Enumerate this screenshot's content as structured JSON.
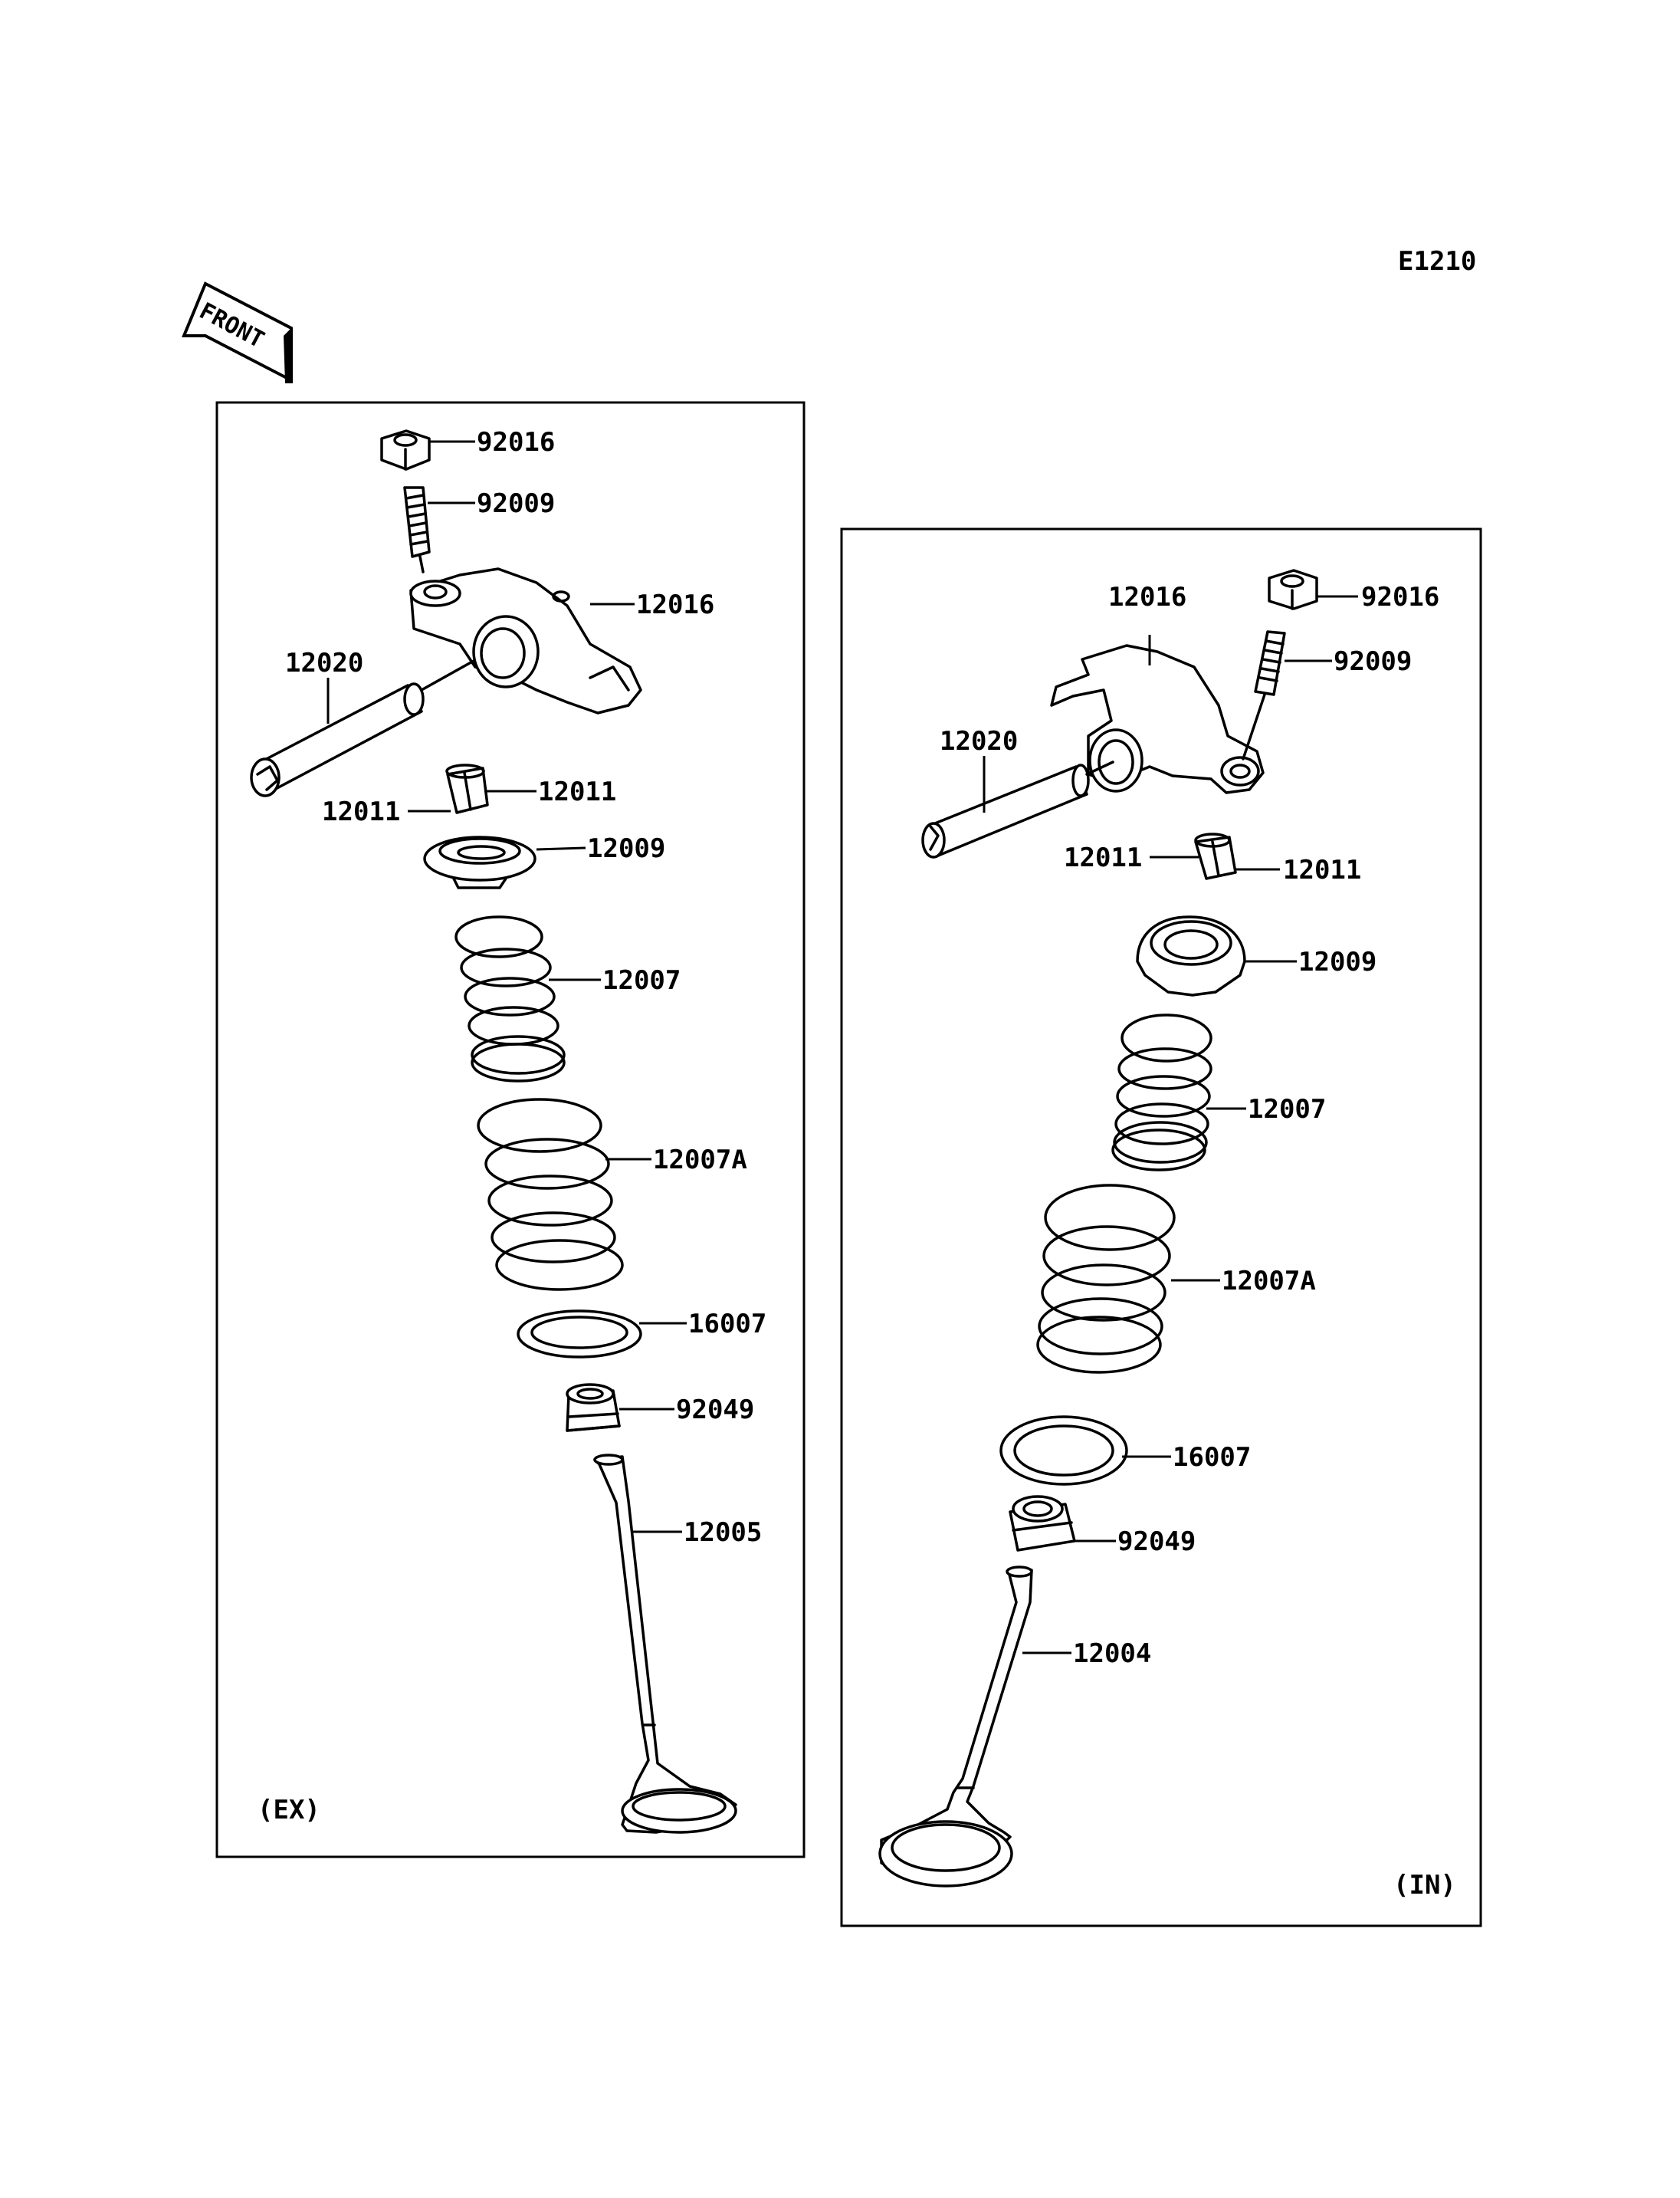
{
  "diagram_code": "E1210",
  "front_label": "FRONT",
  "exhaust_panel": {
    "tag": "(EX)",
    "callouts": {
      "nut": "92016",
      "adjusting_screw": "92009",
      "rocker_arm": "12016",
      "rocker_shaft": "12020",
      "keeper_left": "12011",
      "keeper_right": "12011",
      "retainer": "12009",
      "inner_spring": "12007",
      "outer_spring": "12007A",
      "spring_seat": "16007",
      "stem_seal": "92049",
      "valve": "12005"
    }
  },
  "intake_panel": {
    "tag": "(IN)",
    "callouts": {
      "rocker_arm": "12016",
      "nut": "92016",
      "adjusting_screw": "92009",
      "rocker_shaft": "12020",
      "keeper_left": "12011",
      "keeper_right": "12011",
      "retainer": "12009",
      "inner_spring": "12007",
      "outer_spring": "12007A",
      "spring_seat": "16007",
      "stem_seal": "92049",
      "valve": "12004"
    }
  }
}
